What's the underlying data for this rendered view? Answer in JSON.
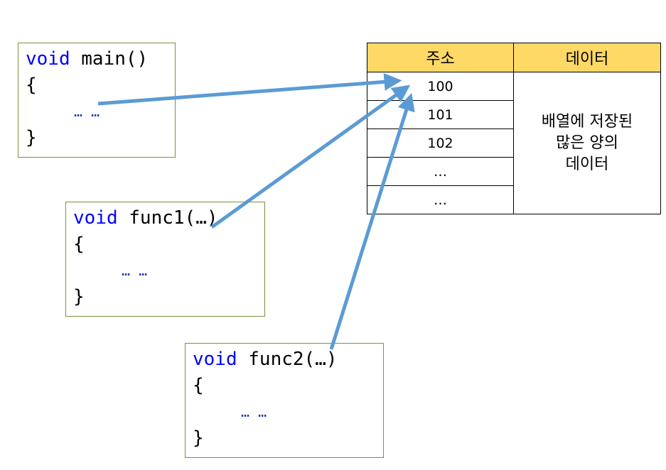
{
  "functions": [
    {
      "keyword": "void",
      "signature": " main()",
      "open_brace": "{",
      "body": "… …",
      "close_brace": "}"
    },
    {
      "keyword": "void",
      "signature": " func1(…)",
      "open_brace": "{",
      "body": "… …",
      "close_brace": "}"
    },
    {
      "keyword": "void",
      "signature": " func2(…)",
      "open_brace": "{",
      "body": "… …",
      "close_brace": "}"
    }
  ],
  "memory_table": {
    "header_address": "주소",
    "header_data": "데이터",
    "addresses": [
      "100",
      "101",
      "102",
      "…",
      "…"
    ],
    "data_lines": [
      "배열에 저장된",
      "많은 양의",
      "데이터"
    ],
    "header_color": "#ffd966"
  },
  "colors": {
    "keyword": "#0000ff",
    "box_border": "#77933c",
    "arrow": "#5b9bd5"
  }
}
